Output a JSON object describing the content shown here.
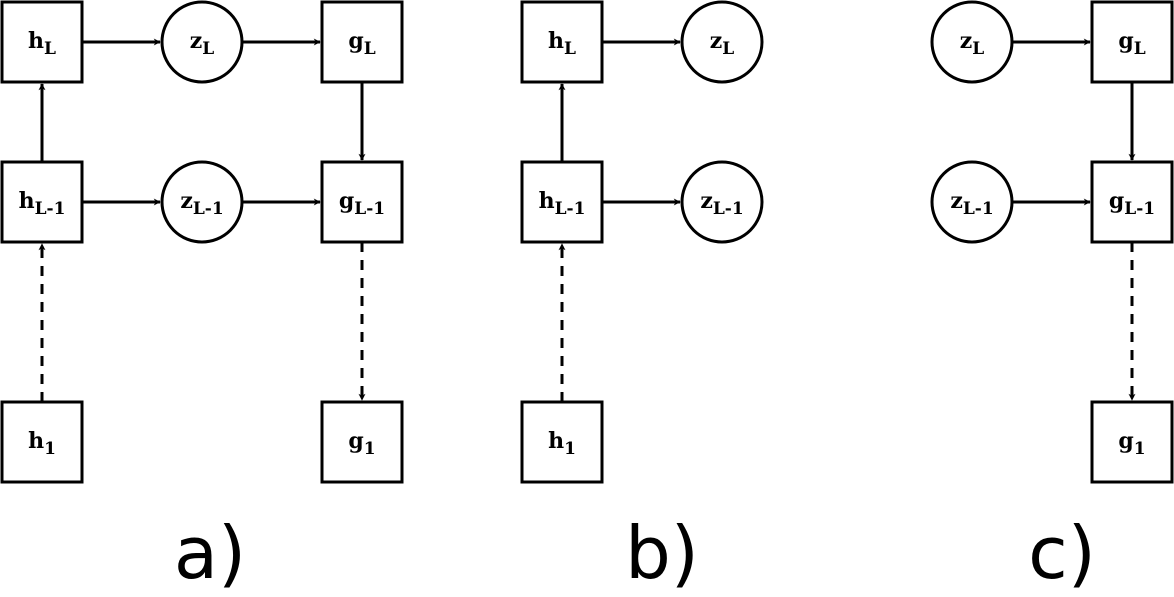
{
  "panels": [
    {
      "label": "a)",
      "nodes": [
        {
          "id": "hL",
          "base": "h",
          "sub": "L"
        },
        {
          "id": "zL",
          "base": "z",
          "sub": "L"
        },
        {
          "id": "gL",
          "base": "g",
          "sub": "L"
        },
        {
          "id": "hL1",
          "base": "h",
          "sub": "L-1"
        },
        {
          "id": "zL1",
          "base": "z",
          "sub": "L-1"
        },
        {
          "id": "gL1",
          "base": "g",
          "sub": "L-1"
        },
        {
          "id": "h1",
          "base": "h",
          "sub": "1"
        },
        {
          "id": "g1",
          "base": "g",
          "sub": "1"
        }
      ]
    },
    {
      "label": "b)",
      "nodes": [
        {
          "id": "hL",
          "base": "h",
          "sub": "L"
        },
        {
          "id": "zL",
          "base": "z",
          "sub": "L"
        },
        {
          "id": "hL1",
          "base": "h",
          "sub": "L-1"
        },
        {
          "id": "zL1",
          "base": "z",
          "sub": "L-1"
        },
        {
          "id": "h1",
          "base": "h",
          "sub": "1"
        }
      ]
    },
    {
      "label": "c)",
      "nodes": [
        {
          "id": "zL",
          "base": "z",
          "sub": "L"
        },
        {
          "id": "gL",
          "base": "g",
          "sub": "L"
        },
        {
          "id": "zL1",
          "base": "z",
          "sub": "L-1"
        },
        {
          "id": "gL1",
          "base": "g",
          "sub": "L-1"
        },
        {
          "id": "g1",
          "base": "g",
          "sub": "1"
        }
      ]
    }
  ]
}
